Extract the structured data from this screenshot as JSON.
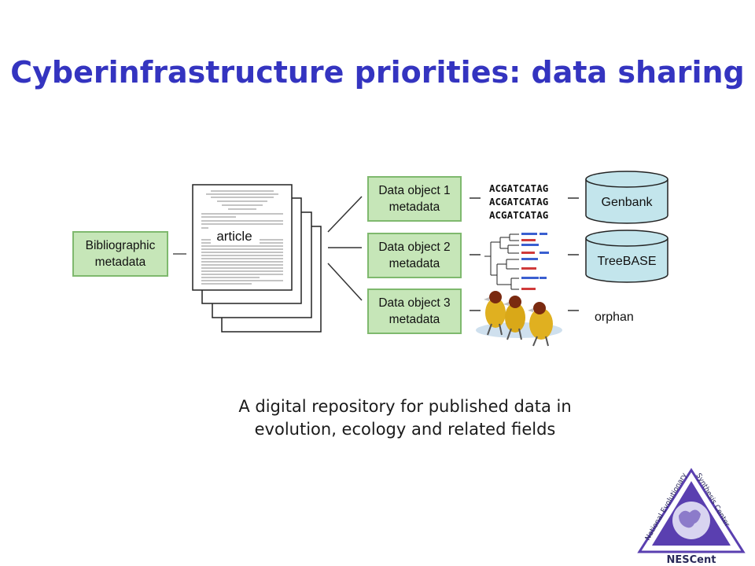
{
  "title": "Cyberinfrastructure priorities: data sharing",
  "diagram": {
    "bibliographic_line1": "Bibliographic",
    "bibliographic_line2": "metadata",
    "article_label": "article",
    "data_objects": [
      {
        "line1": "Data object 1",
        "line2": "metadata"
      },
      {
        "line1": "Data object 2",
        "line2": "metadata"
      },
      {
        "line1": "Data object 3",
        "line2": "metadata"
      }
    ],
    "sequences": [
      "ACGATCATAG",
      "ACGATCATAG",
      "ACGATCATAG"
    ],
    "repositories": [
      "Genbank",
      "TreeBASE"
    ],
    "orphan_label": "orphan"
  },
  "caption": {
    "line1": "A digital repository for published data in",
    "line2": "evolution, ecology and related fields"
  },
  "logo": {
    "arc_left": "National Evolutionary",
    "arc_right": "Synthesis Center",
    "name": "NESCent"
  },
  "colors": {
    "title": "#3434c0",
    "box_fill": "#c6e6b8",
    "box_stroke": "#7fb96e",
    "cylinder_fill": "#c3e5ec",
    "logo_purple": "#5a3fb0"
  }
}
